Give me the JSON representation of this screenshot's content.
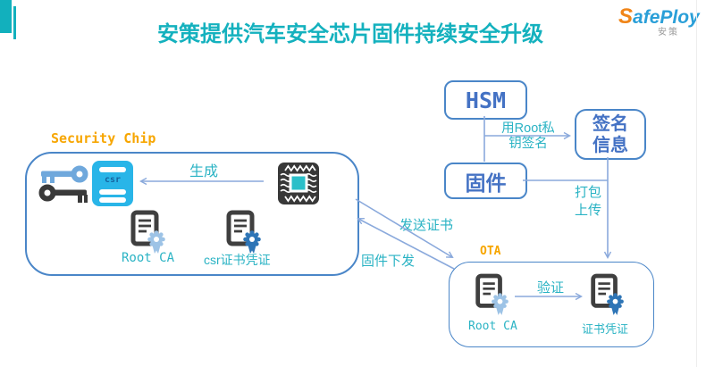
{
  "header": {
    "title": "安策提供汽车安全芯片固件持续安全升级",
    "logo": {
      "accent": "S",
      "name": "afePloy",
      "subtitle": "安策"
    }
  },
  "colors": {
    "title_teal": "#14b1be",
    "label_teal": "#2ab3c4",
    "group_orange": "#f7a600",
    "box_border_blue": "#4a86c8",
    "box_text_blue": "#4472c4",
    "arrow_blue": "#8aa9dc",
    "csr_doc_cyan": "#29b5e8",
    "chip_body_dark": "#383838",
    "chip_core_teal": "#2bbfc9",
    "seal_light_blue": "#9dc3e6",
    "seal_dark_blue": "#2e75b6",
    "logo_orange": "#f08519",
    "logo_blue": "#2a9fd8"
  },
  "diagram": {
    "boxes": {
      "hsm": "HSM",
      "firmware": "固件",
      "signature_line1": "签名",
      "signature_line2": "信息"
    },
    "security_chip": {
      "label": "Security Chip",
      "csr_doc_text": "csr",
      "root_ca_label": "Root CA",
      "csr_cert_label": "csr证书凭证"
    },
    "ota": {
      "label": "OTA",
      "root_ca_label": "Root CA",
      "cert_label": "证书凭证"
    },
    "arrows": {
      "generate": "生成",
      "sign_line1": "用Root私",
      "sign_line2": "钥签名",
      "package_line1": "打包",
      "package_line2": "上传",
      "send_cert": "发送证书",
      "firmware_dispatch": "固件下发",
      "verify": "验证"
    }
  }
}
